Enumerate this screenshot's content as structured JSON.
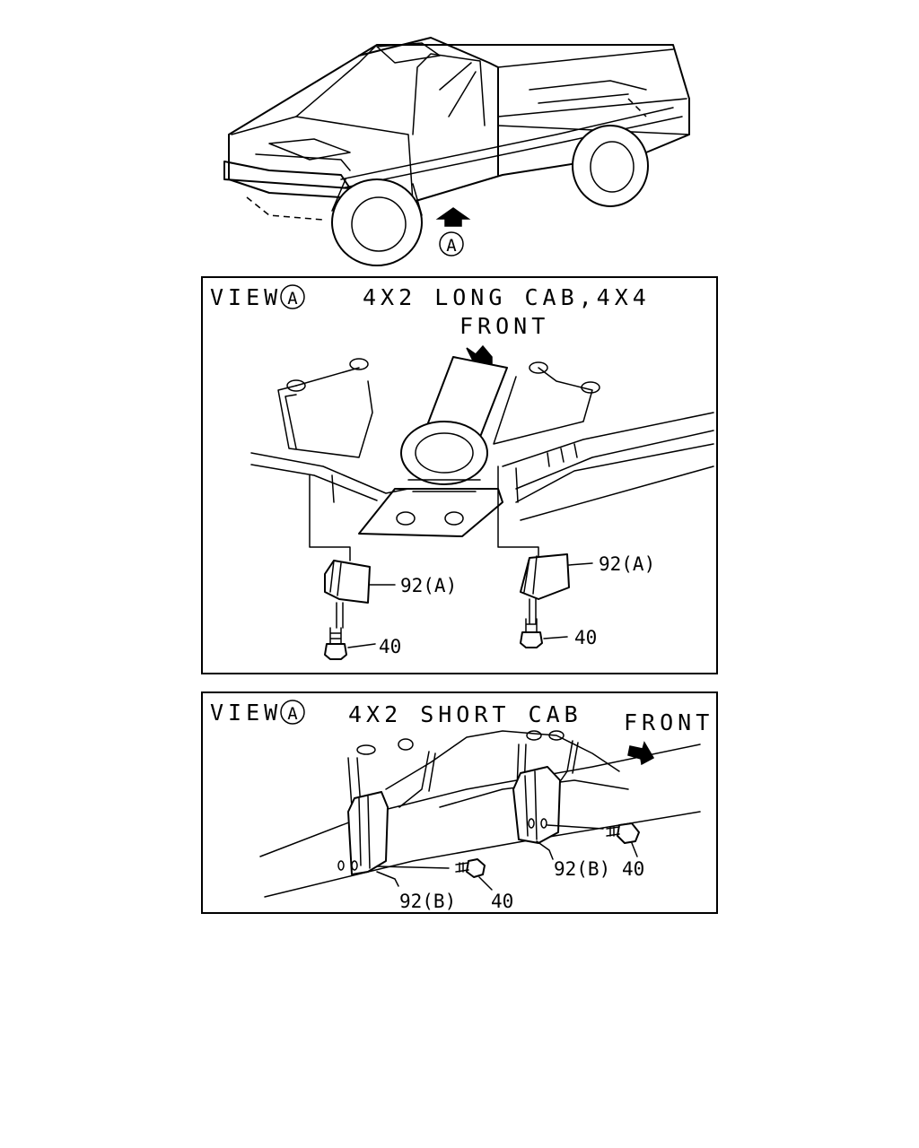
{
  "callout_marker": "A",
  "view_long": {
    "view_label": "VIEW",
    "view_marker": "A",
    "title": "4X2 LONG CAB,4X4",
    "front_label": "FRONT",
    "labels": {
      "bracket_left": "92(A)",
      "bracket_right": "92(A)",
      "bolt_left": "40",
      "bolt_right": "40"
    }
  },
  "view_short": {
    "view_label": "VIEW",
    "view_marker": "A",
    "title": "4X2 SHORT CAB",
    "front_label": "FRONT",
    "labels": {
      "bracket_left": "92(B)",
      "bracket_right": "92(B)",
      "bolt_left": "40",
      "bolt_right": "40"
    }
  }
}
